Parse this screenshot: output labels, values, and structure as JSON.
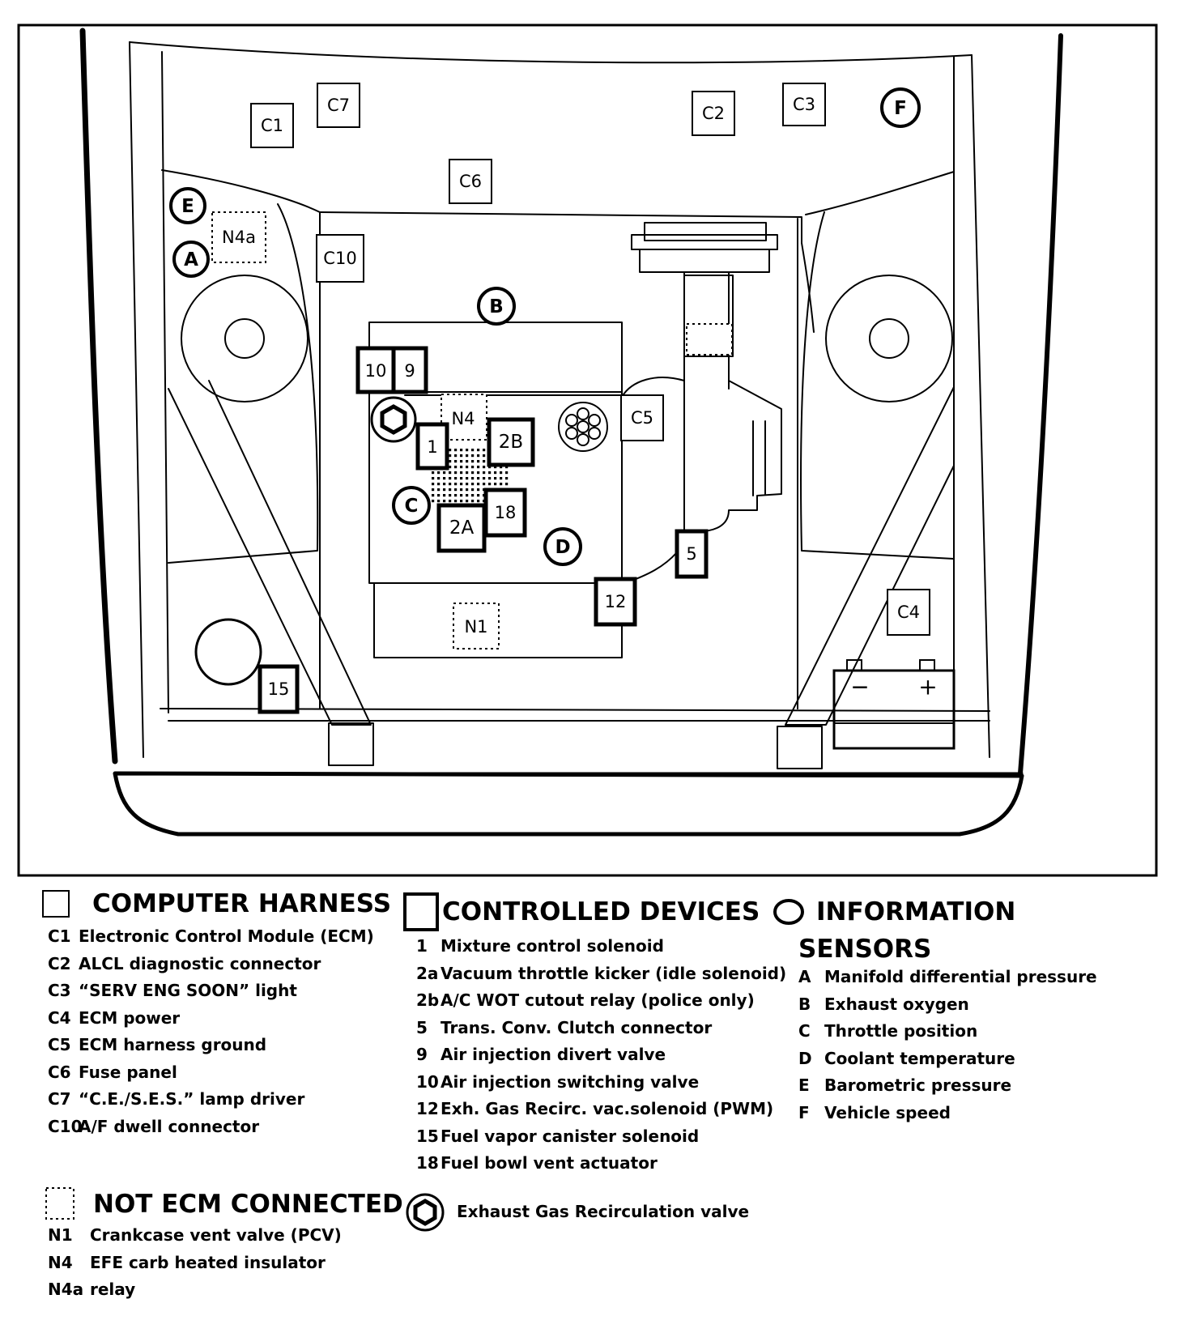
{
  "diagram": {
    "labels": {
      "C1": "C1",
      "C2": "C2",
      "C3": "C3",
      "C4": "C4",
      "C5": "C5",
      "C6": "C6",
      "C7": "C7",
      "C10": "C10",
      "A": "A",
      "B": "B",
      "C": "C",
      "D": "D",
      "E": "E",
      "F": "F",
      "d1": "1",
      "d2A": "2A",
      "d2B": "2B",
      "d5": "5",
      "d9": "9",
      "d10": "10",
      "d12": "12",
      "d15": "15",
      "d18": "18",
      "N1": "N1",
      "N4": "N4",
      "N4a": "N4a",
      "bat_minus": "−",
      "bat_plus": "+"
    }
  },
  "legend": {
    "computer_harness": {
      "title": "COMPUTER HARNESS",
      "items": [
        {
          "code": "C1",
          "text": "Electronic Control Module (ECM)"
        },
        {
          "code": "C2",
          "text": "ALCL diagnostic connector"
        },
        {
          "code": "C3",
          "text": "“SERV ENG SOON” light"
        },
        {
          "code": "C4",
          "text": "ECM power"
        },
        {
          "code": "C5",
          "text": "ECM harness ground"
        },
        {
          "code": "C6",
          "text": "Fuse panel"
        },
        {
          "code": "C7",
          "text": "“C.E./S.E.S.” lamp driver"
        },
        {
          "code": "C10",
          "text": "A/F dwell connector"
        }
      ]
    },
    "controlled_devices": {
      "title": "CONTROLLED DEVICES",
      "items": [
        {
          "code": "1",
          "text": "Mixture control solenoid"
        },
        {
          "code": "2a",
          "text": "Vacuum throttle kicker (idle solenoid)"
        },
        {
          "code": "2b",
          "text": "A/C WOT cutout relay (police only)"
        },
        {
          "code": "5",
          "text": "Trans. Conv. Clutch connector"
        },
        {
          "code": "9",
          "text": "Air injection divert  valve"
        },
        {
          "code": "10",
          "text": "Air injection switching valve"
        },
        {
          "code": "12",
          "text": "Exh. Gas Recirc. vac.solenoid (PWM)"
        },
        {
          "code": "15",
          "text": "Fuel vapor canister solenoid"
        },
        {
          "code": "18",
          "text": "Fuel bowl vent actuator"
        }
      ]
    },
    "information_sensors": {
      "title_line1": "INFORMATION",
      "title_line2": "SENSORS",
      "items": [
        {
          "code": "A",
          "text": "Manifold differential pressure"
        },
        {
          "code": "B",
          "text": "Exhaust oxygen"
        },
        {
          "code": "C",
          "text": "Throttle position"
        },
        {
          "code": "D",
          "text": "Coolant temperature"
        },
        {
          "code": "E",
          "text": "Barometric pressure"
        },
        {
          "code": "F",
          "text": "Vehicle speed"
        }
      ]
    },
    "not_ecm_connected": {
      "title": "NOT ECM CONNECTED",
      "items": [
        {
          "code": "N1",
          "text": "Crankcase vent  valve (PCV)"
        },
        {
          "code": "N4",
          "text": "EFE carb heated insulator"
        },
        {
          "code": "N4a",
          "text": "relay"
        }
      ]
    },
    "egr": {
      "text": "Exhaust Gas Recirculation valve"
    }
  }
}
